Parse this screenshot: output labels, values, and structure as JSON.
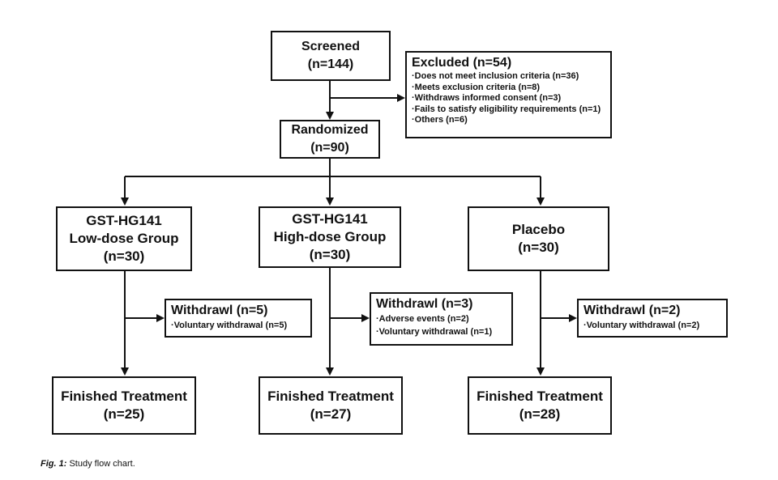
{
  "screened": {
    "title": "Screened",
    "count": "(n=144)"
  },
  "excluded": {
    "title": "Excluded (n=54)",
    "items": [
      "·Does not meet inclusion criteria (n=36)",
      "·Meets exclusion criteria (n=8)",
      "·Withdraws informed consent (n=3)",
      "·Fails to satisfy eligibility requirements (n=1)",
      "·Others (n=6)"
    ]
  },
  "randomized": {
    "title": "Randomized",
    "count": "(n=90)"
  },
  "groups": [
    {
      "line1": "GST-HG141",
      "line2": "Low-dose Group",
      "count": "(n=30)"
    },
    {
      "line1": "GST-HG141",
      "line2": "High-dose Group",
      "count": "(n=30)"
    },
    {
      "line1": "Placebo",
      "line2": "",
      "count": "(n=30)"
    }
  ],
  "withdrawals": [
    {
      "title": "Withdrawl (n=5)",
      "items": [
        "·Voluntary withdrawal (n=5)"
      ]
    },
    {
      "title": "Withdrawl (n=3)",
      "items": [
        "·Adverse events (n=2)",
        "·Voluntary withdrawal (n=1)"
      ]
    },
    {
      "title": "Withdrawl (n=2)",
      "items": [
        "·Voluntary withdrawal (n=2)"
      ]
    }
  ],
  "finished": [
    {
      "title": "Finished Treatment",
      "count": "(n=25)"
    },
    {
      "title": "Finished Treatment",
      "count": "(n=27)"
    },
    {
      "title": "Finished Treatment",
      "count": "(n=28)"
    }
  ],
  "caption": {
    "label": "Fig. 1:",
    "text": "Study flow chart."
  }
}
